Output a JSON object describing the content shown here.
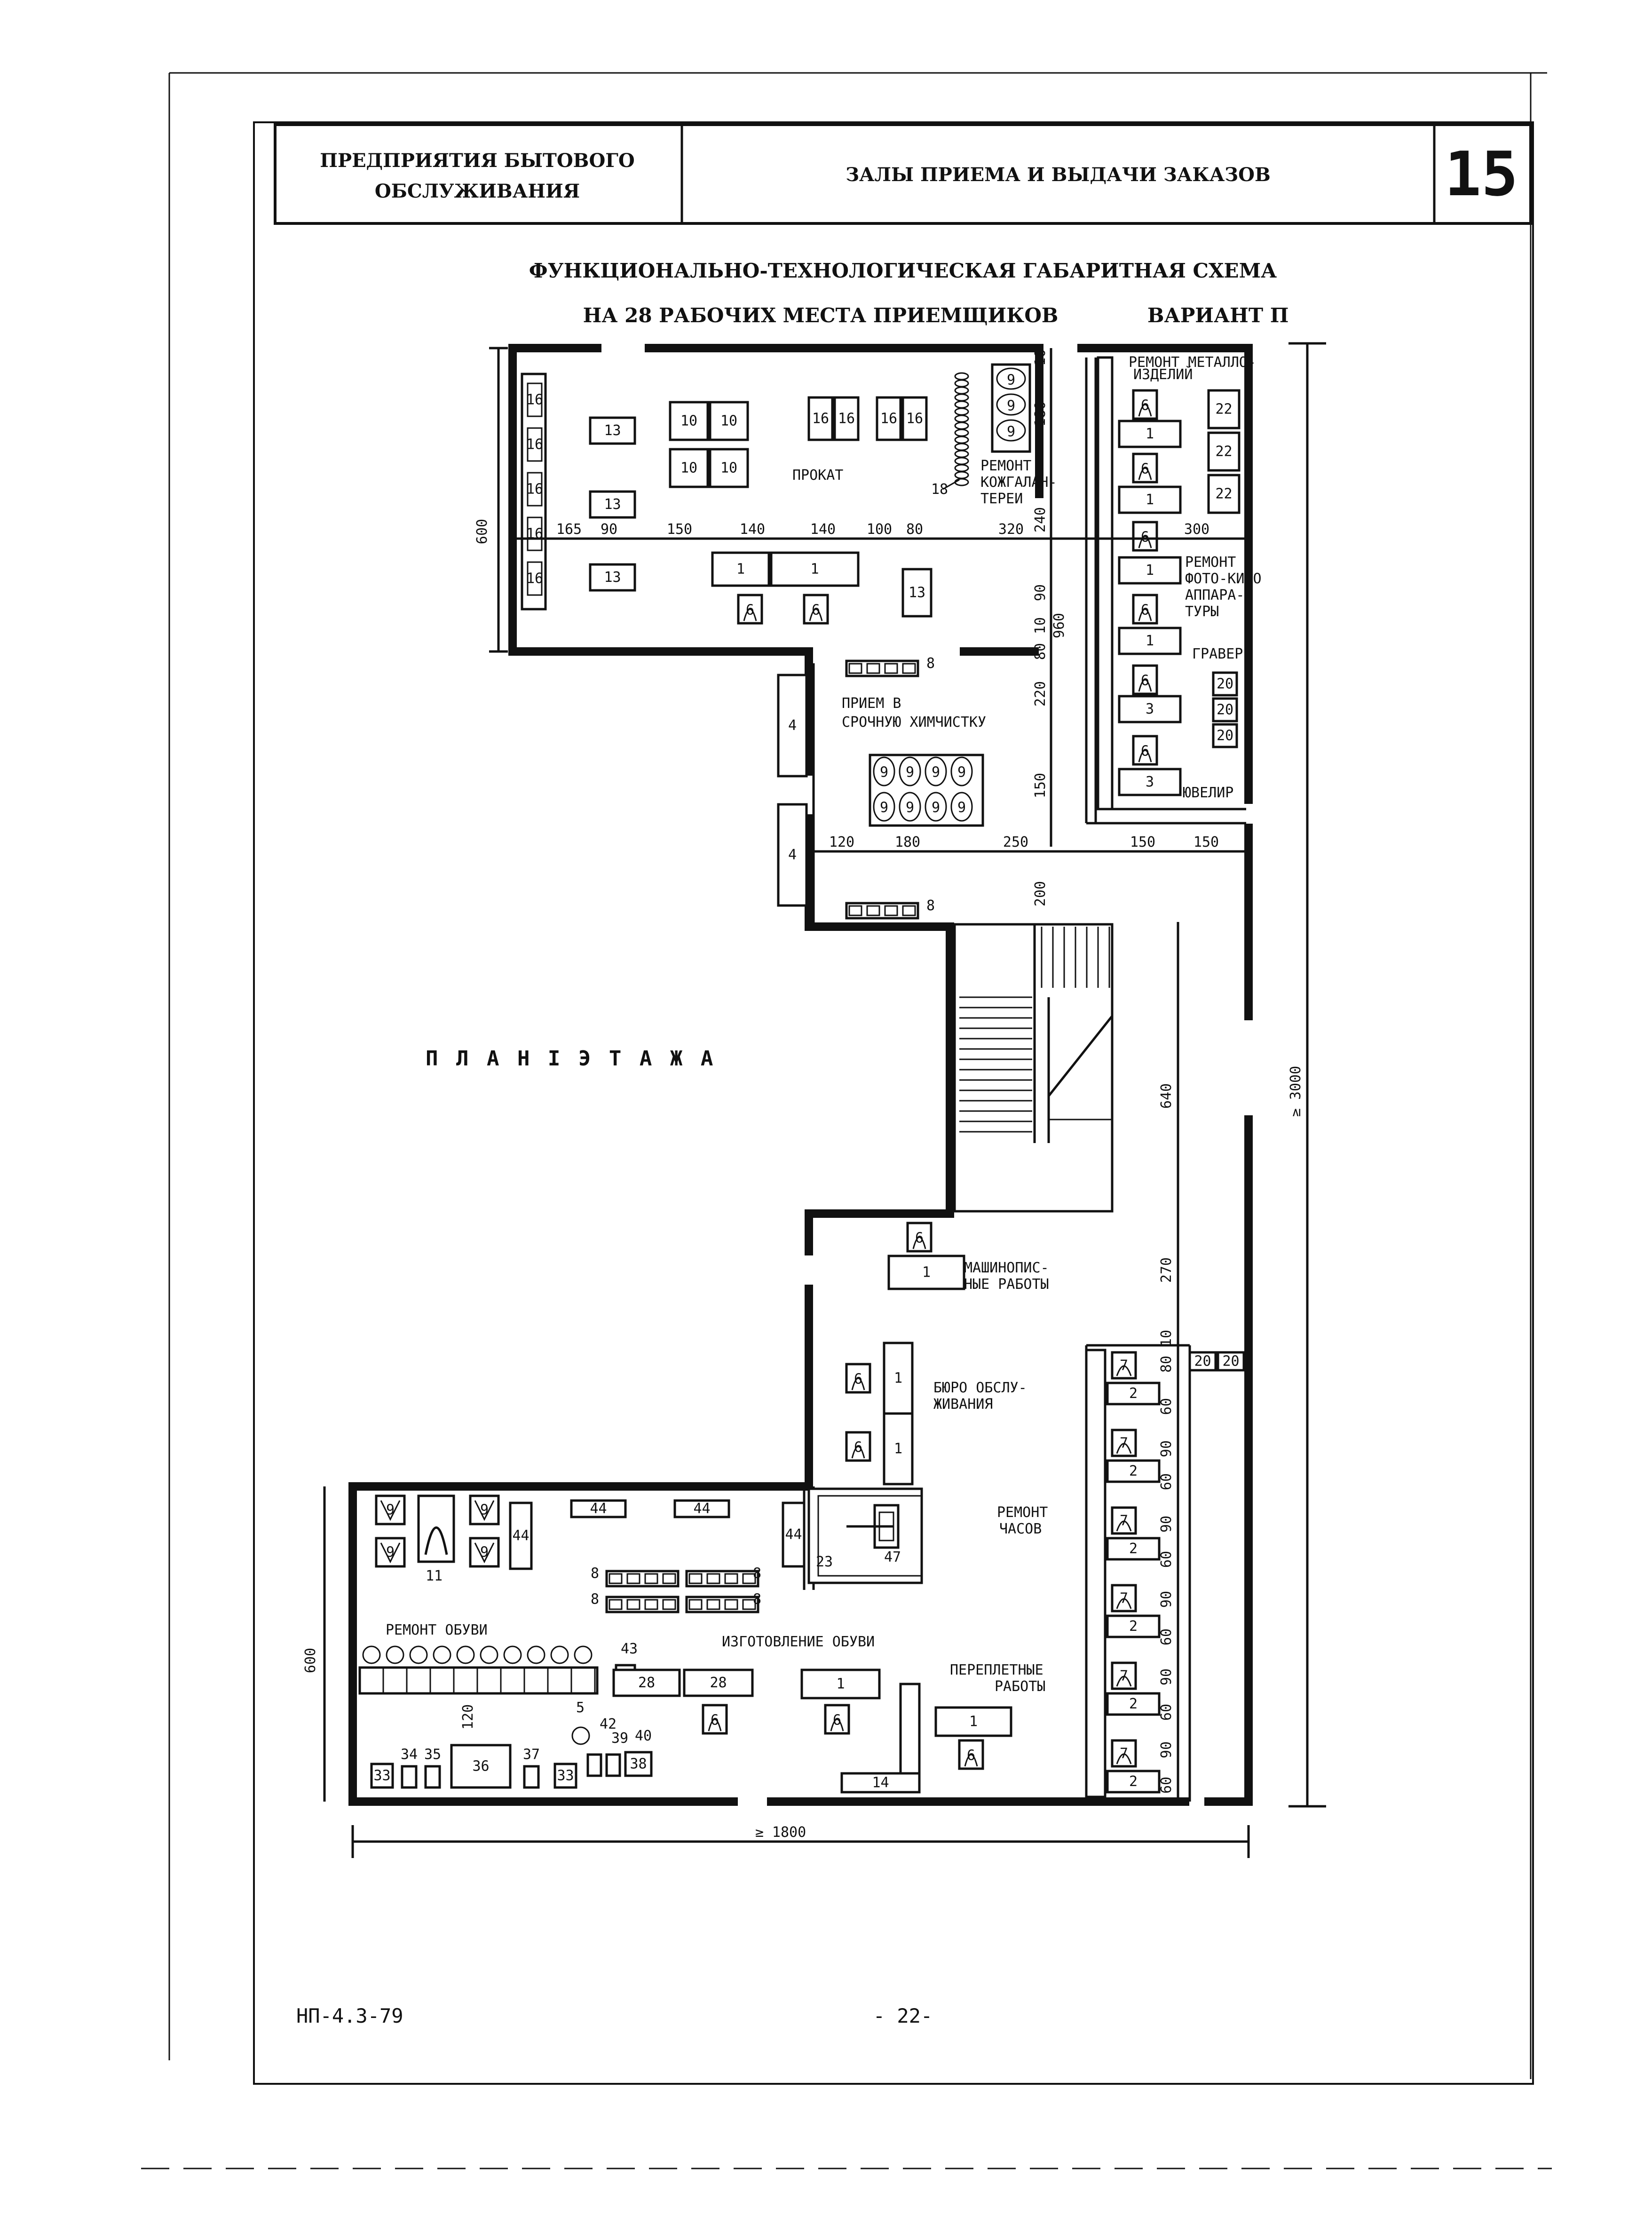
{
  "header": {
    "left_line1": "ПРЕДПРИЯТИЯ БЫТОВОГО",
    "left_line2": "ОБСЛУЖИВАНИЯ",
    "center": "ЗАЛЫ ПРИЕМА И ВЫДАЧИ ЗАКАЗОВ",
    "sheet_number": "15"
  },
  "title": {
    "line1": "ФУНКЦИОНАЛЬНО-ТЕХНОЛОГИЧЕСКАЯ ГАБАРИТНАЯ СХЕМА",
    "line2": "НА 28 РАБОЧИХ МЕСТА ПРИЕМЩИКОВ",
    "variant": "ВАРИАНТ П"
  },
  "plan_caption": "П Л А Н   I   Э Т А Ж А",
  "zones": {
    "prokat": "ПРОКАТ",
    "kozh_1": "РЕМОНТ",
    "kozh_2": "КОЖГАЛАН-",
    "kozh_3": "ТЕРЕИ",
    "metal_1": "РЕМОНТ МЕТАЛЛО-",
    "metal_2": "ИЗДЕЛИЙ",
    "foto_1": "РЕМОНТ",
    "foto_2": "ФОТО-КИНО",
    "foto_3": "АППАРА-",
    "foto_4": "ТУРЫ",
    "graver": "ГРАВЕР",
    "juvelir": "ЮВЕЛИР",
    "chist_1": "ПРИЕМ В",
    "chist_2": "СРОЧНУЮ   ХИМЧИСТКУ",
    "mash_1": "МАШИНОПИС-",
    "mash_2": "НЫЕ РАБОТЫ",
    "buro_1": "БЮРО ОБСЛУ-",
    "buro_2": "ЖИВАНИЯ",
    "chasy_1": "РЕМОНТ",
    "chasy_2": "ЧАСОВ",
    "obuv_rem": "РЕМОНТ  ОБУВИ",
    "obuv_izg": "ИЗГОТОВЛЕНИЕ  ОБУВИ",
    "pereplet_1": "ПЕРЕПЛЕТНЫЕ",
    "pereplet_2": "РАБОТЫ"
  },
  "dimensions": {
    "d600_top": "600",
    "d165": "165",
    "d90a": "90",
    "d150a": "150",
    "d140a": "140",
    "d140b": "140",
    "d100": "100",
    "d80a": "80",
    "d320": "320",
    "d240": "240",
    "d300": "300",
    "d10a": "10",
    "d180a": "180",
    "d90b": "90",
    "d10b": "10",
    "d80b": "80",
    "d960": "960",
    "d220": "220",
    "d150v": "150",
    "d120": "120",
    "d180b": "180",
    "d250": "250",
    "d150b": "150",
    "d150c": "150",
    "d200": "200",
    "d640": "640",
    "d3000": "≥ 3000",
    "d270": "270",
    "d10c": "10",
    "d80c": "80",
    "d60a": "60",
    "d90c": "90",
    "d60b": "60",
    "d90d": "90",
    "d60c": "60",
    "d90e": "90",
    "d60d": "60",
    "d90f": "90",
    "d60e": "60",
    "d90g": "90",
    "d60f": "60",
    "d600_bottom": "600",
    "d120_bottom": "120",
    "d1800": "≥ 1800"
  },
  "footer": {
    "code": "НП-4.3-79",
    "page": "- 22-"
  }
}
